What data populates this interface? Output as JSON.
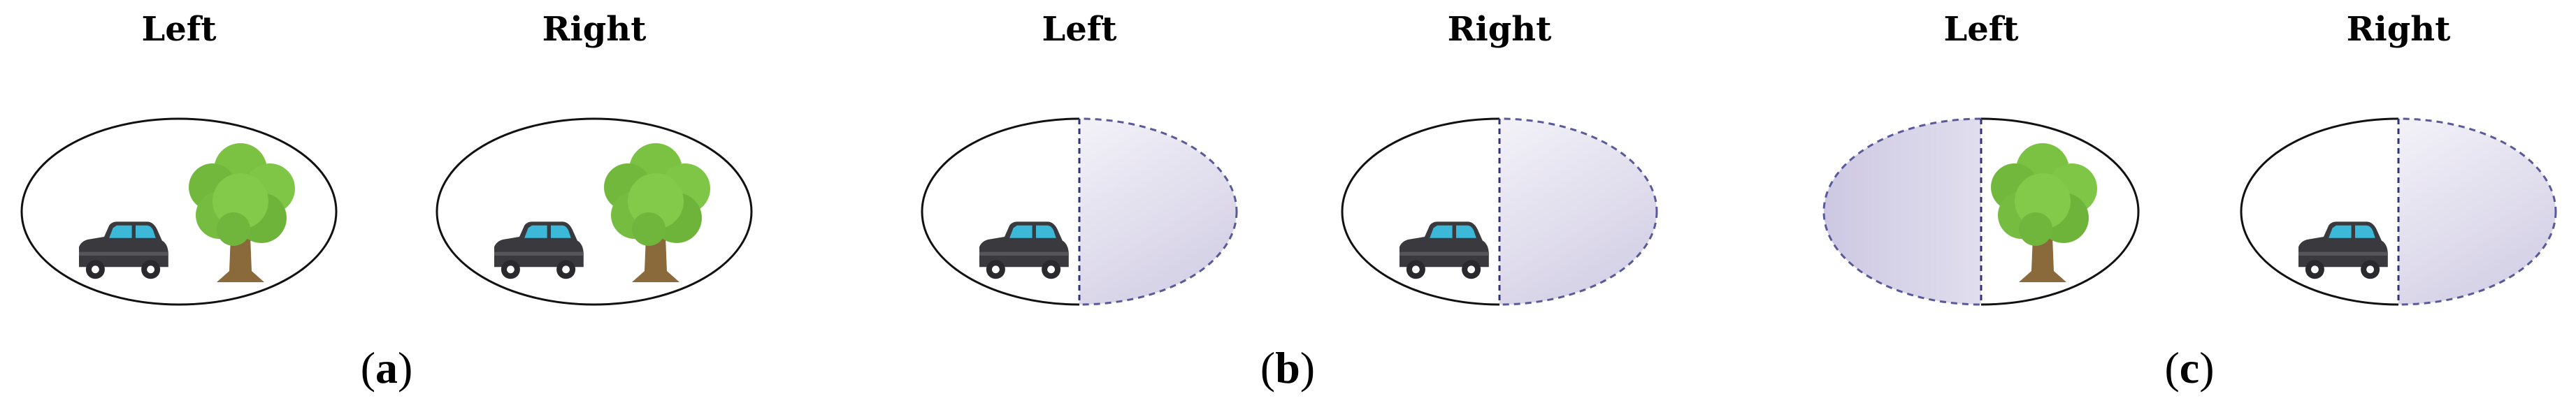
{
  "labels": {
    "left": "Left",
    "right": "Right"
  },
  "captions": [
    {
      "open": "(",
      "letter": "a",
      "close": ")"
    },
    {
      "open": "(",
      "letter": "b",
      "close": ")"
    },
    {
      "open": "(",
      "letter": "c",
      "close": ")"
    }
  ],
  "colors": {
    "outline": "#111111",
    "mask_dash": "#5a5a9a",
    "mask_fill": "#d8d4e8",
    "car_body": "#3a3a3e",
    "car_window": "#3cb8d8",
    "tree_leaves": "#7cc242",
    "tree_trunk": "#8a6a3a"
  },
  "panels": [
    {
      "left": {
        "car": "visible",
        "tree": "visible",
        "mask": "none"
      },
      "right": {
        "car": "visible",
        "tree": "visible",
        "mask": "none"
      }
    },
    {
      "left": {
        "car": "visible",
        "tree": "hidden",
        "mask": "right-half"
      },
      "right": {
        "car": "visible",
        "tree": "hidden",
        "mask": "right-half"
      }
    },
    {
      "left": {
        "car": "hidden",
        "tree": "visible",
        "mask": "left-half"
      },
      "right": {
        "car": "visible",
        "tree": "hidden",
        "mask": "right-half"
      }
    }
  ]
}
